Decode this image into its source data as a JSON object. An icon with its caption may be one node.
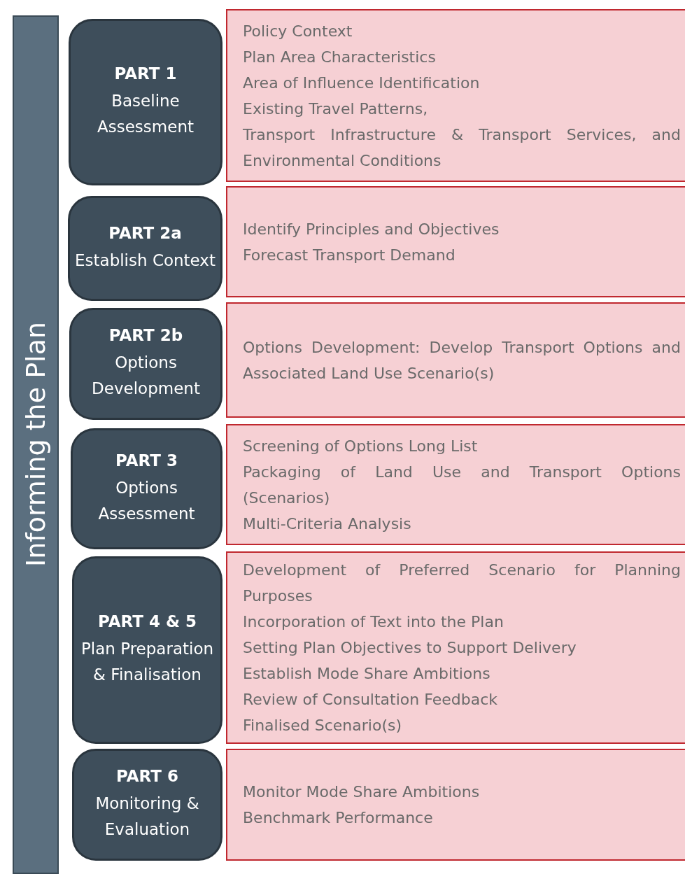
{
  "diagram": {
    "nodes": [
      {
        "text": [
          "Informing the Plan"
        ]
      },
      {
        "text": [
          "PART 1",
          "Baseline Assessment"
        ]
      },
      {
        "text": [
          "Policy Context",
          "Plan Area Characteristics",
          "Area of Influence Identification",
          "Existing Travel Patterns,",
          "Transport Infrastructure & Transport Services, and Environmental Conditions"
        ]
      },
      {
        "text": [
          "PART 2a",
          "Establish Context"
        ]
      },
      {
        "text": [
          "Identify Principles and Objectives",
          "Forecast Transport Demand"
        ]
      },
      {
        "text": [
          "PART 2b",
          "Options Development"
        ]
      },
      {
        "text": [
          "Options Development: Develop Transport Options and Associated Land Use Scenario(s)"
        ]
      },
      {
        "text": [
          "PART 3",
          "Options Assessment"
        ]
      },
      {
        "text": [
          "Screening of Options Long List",
          "Packaging of Land Use and Transport Options (Scenarios)",
          "Multi-Criteria Analysis"
        ]
      },
      {
        "text": [
          "PART 4 & 5",
          "Plan Preparation & Finalisation"
        ]
      },
      {
        "text": [
          "Development of Preferred Scenario for Planning Purposes",
          "Incorporation of Text into the Plan",
          "Setting Plan Objectives to Support Delivery",
          "Establish Mode Share Ambitions",
          "Review of Consultation Feedback",
          "Finalised Scenario(s)"
        ]
      },
      {
        "text": [
          "PART 6",
          "Monitoring & Evaluation"
        ]
      },
      {
        "text": [
          "Monitor Mode Share Ambitions",
          "Benchmark Performance"
        ]
      }
    ]
  }
}
